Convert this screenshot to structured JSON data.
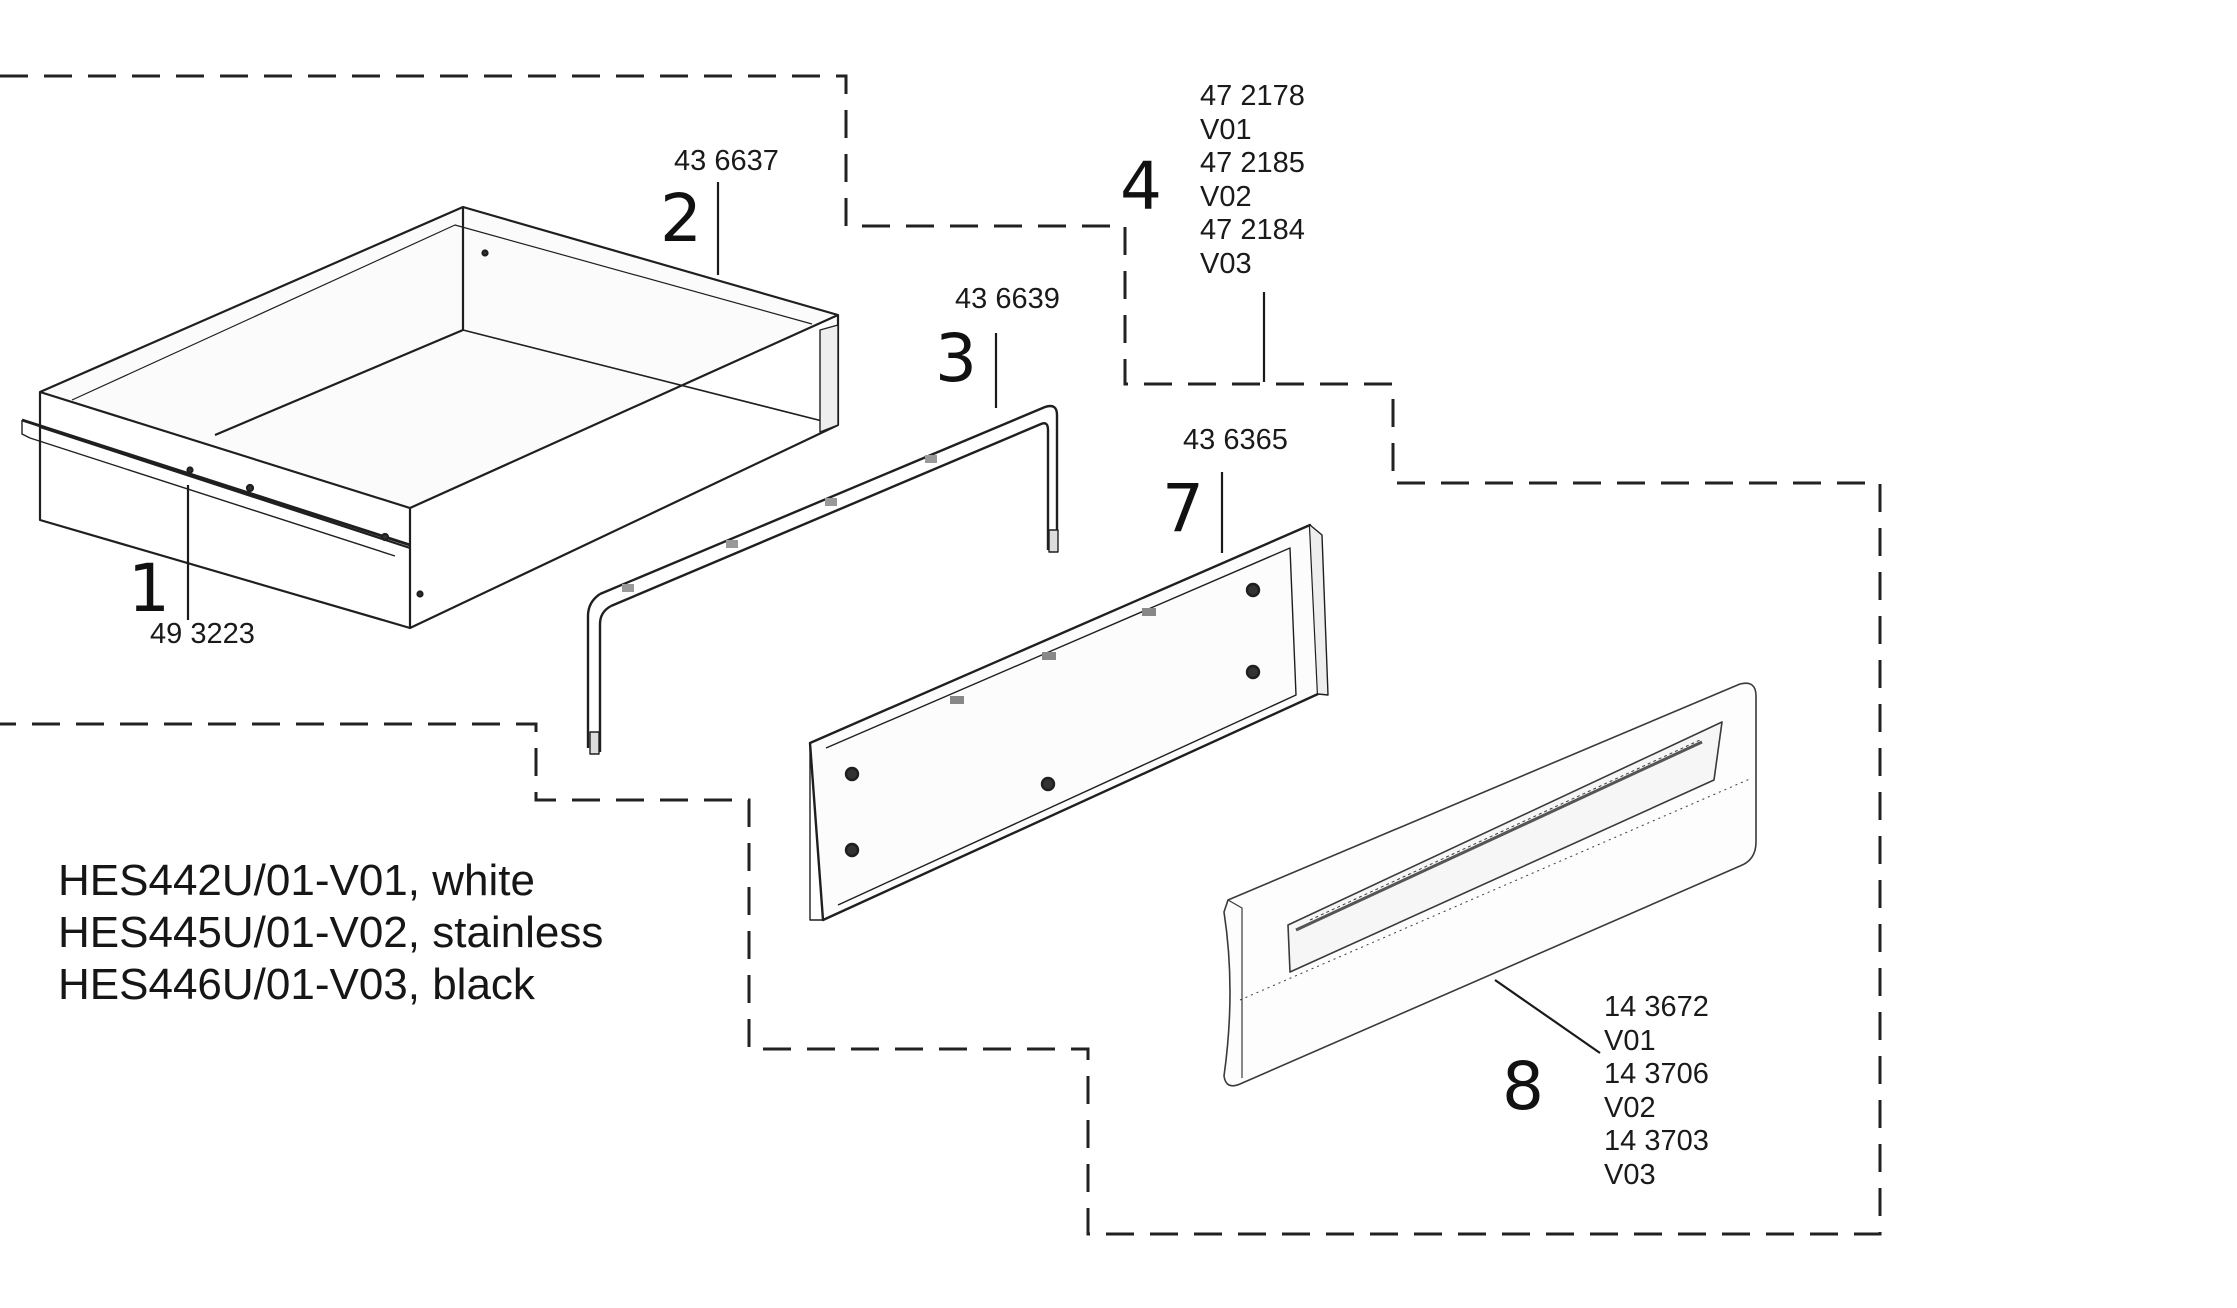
{
  "models": [
    "HES442U/01-V01, white",
    "HES445U/01-V02, stainless",
    "HES446U/01-V03, black"
  ],
  "parts": {
    "p1": {
      "callout": "1",
      "codes": [
        "49 3223"
      ]
    },
    "p2": {
      "callout": "2",
      "codes": [
        "43 6637"
      ]
    },
    "p3": {
      "callout": "3",
      "codes": [
        "43 6639"
      ]
    },
    "p4": {
      "callout": "4",
      "codes": [
        "47 2178",
        "V01",
        "47 2185",
        "V02",
        "47 2184",
        "V03"
      ]
    },
    "p7": {
      "callout": "7",
      "codes": [
        "43 6365"
      ]
    },
    "p8": {
      "callout": "8",
      "codes": [
        "14 3672",
        "V01",
        "14 3706",
        "V02",
        "14 3703",
        "V03"
      ]
    }
  },
  "colors": {
    "ink": "#1a1a1a",
    "background": "#ffffff"
  }
}
